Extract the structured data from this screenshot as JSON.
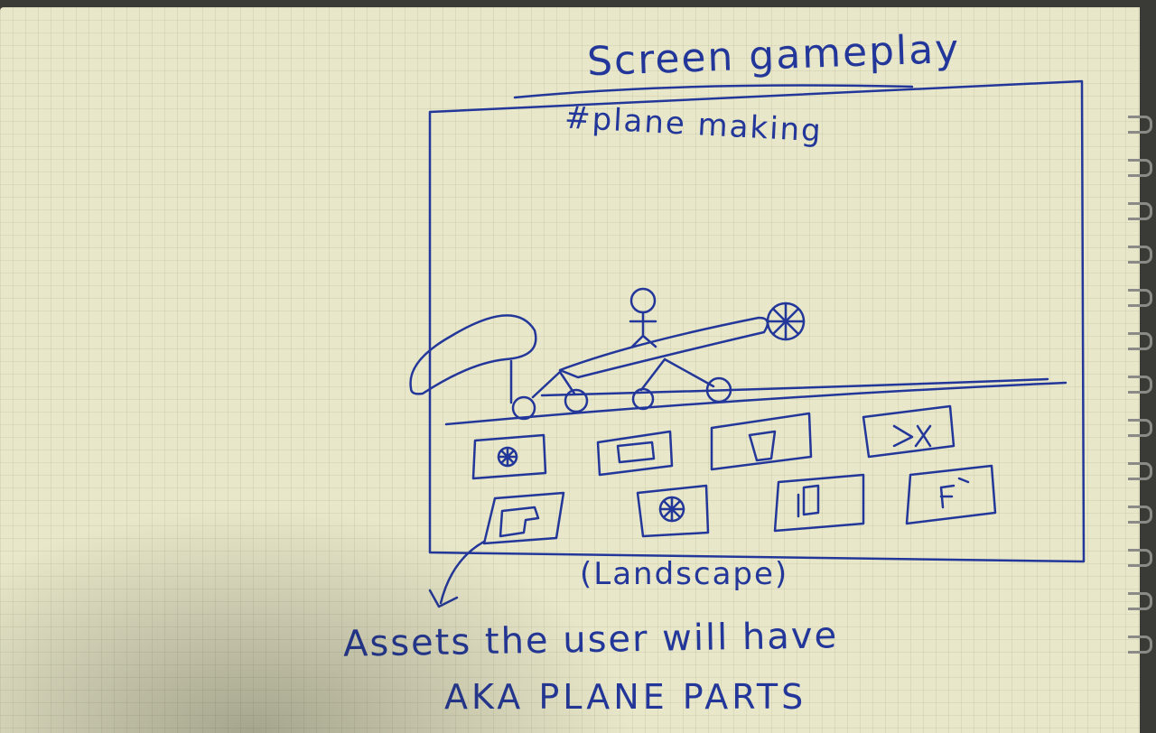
{
  "sketch": {
    "title": "Screen gameplay",
    "subtitle": "#plane making",
    "caption": "(Landscape)",
    "note_line1": "Assets the user will have",
    "note_line2": "AKA PLANE PARTS"
  },
  "colors": {
    "ink": "#23379a",
    "paper": "#e8e7c9",
    "background": "#3a3a36"
  },
  "parts_tray": {
    "rows": 2,
    "columns": 4,
    "items": [
      {
        "row": 1,
        "icon": "wheel-icon"
      },
      {
        "row": 1,
        "icon": "fuselage-icon"
      },
      {
        "row": 1,
        "icon": "panel-icon"
      },
      {
        "row": 1,
        "icon": "propeller-icon"
      },
      {
        "row": 2,
        "icon": "wing-icon"
      },
      {
        "row": 2,
        "icon": "wheel-icon"
      },
      {
        "row": 2,
        "icon": "door-icon"
      },
      {
        "row": 2,
        "icon": "tail-icon"
      }
    ]
  }
}
